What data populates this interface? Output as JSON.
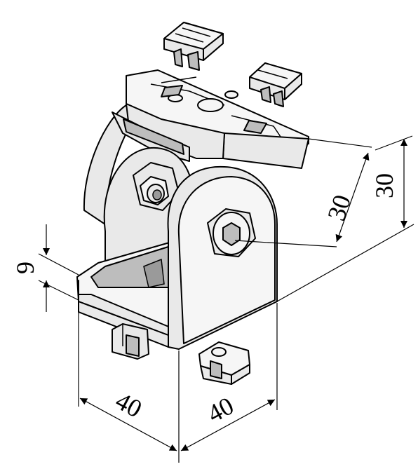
{
  "dimensions": {
    "height_vertical": "30",
    "height_slanted": "30",
    "base_thickness": "9",
    "width_left": "40",
    "width_right": "40"
  },
  "colors": {
    "part_fill": "#e9e9e9",
    "part_shadow": "#9a9a9a",
    "line": "#000000",
    "background": "#ffffff"
  },
  "icons": [
    "hex-bolt",
    "slot-nut",
    "pivot-joint"
  ]
}
